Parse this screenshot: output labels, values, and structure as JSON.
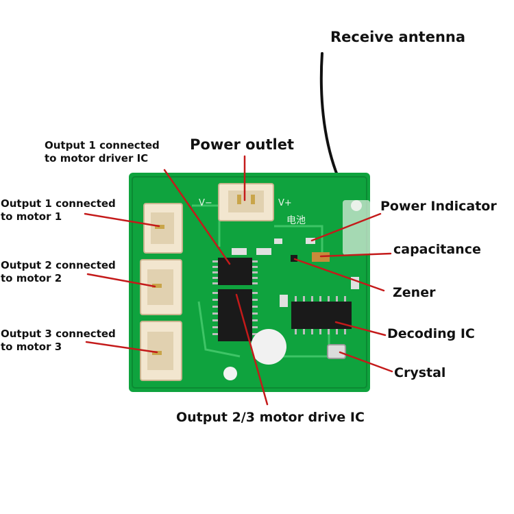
{
  "labels": {
    "receive_antenna": "Receive antenna",
    "power_outlet": "Power outlet",
    "output1_driver_ic": [
      "Output 1 connected",
      "to motor driver IC"
    ],
    "output1_motor": [
      "Output 1 connected",
      "to motor 1"
    ],
    "output2_motor": [
      "Output 2 connected",
      "to motor 2"
    ],
    "output3_motor": [
      "Output 3 connected",
      "to motor 3"
    ],
    "power_indicator": "Power Indicator",
    "capacitance": "capacitance",
    "zener": "Zener",
    "decoding_ic": "Decoding IC",
    "crystal": "Crystal",
    "output23_drive_ic": "Output 2/3 motor drive IC"
  },
  "silkscreen": {
    "v_minus": "V−",
    "v_plus": "V+",
    "battery": "电池"
  },
  "colors": {
    "board": "#0fa33e",
    "leader": "#c41a1a",
    "connector": "#f2e6cf",
    "chip": "#1a1a1a"
  }
}
